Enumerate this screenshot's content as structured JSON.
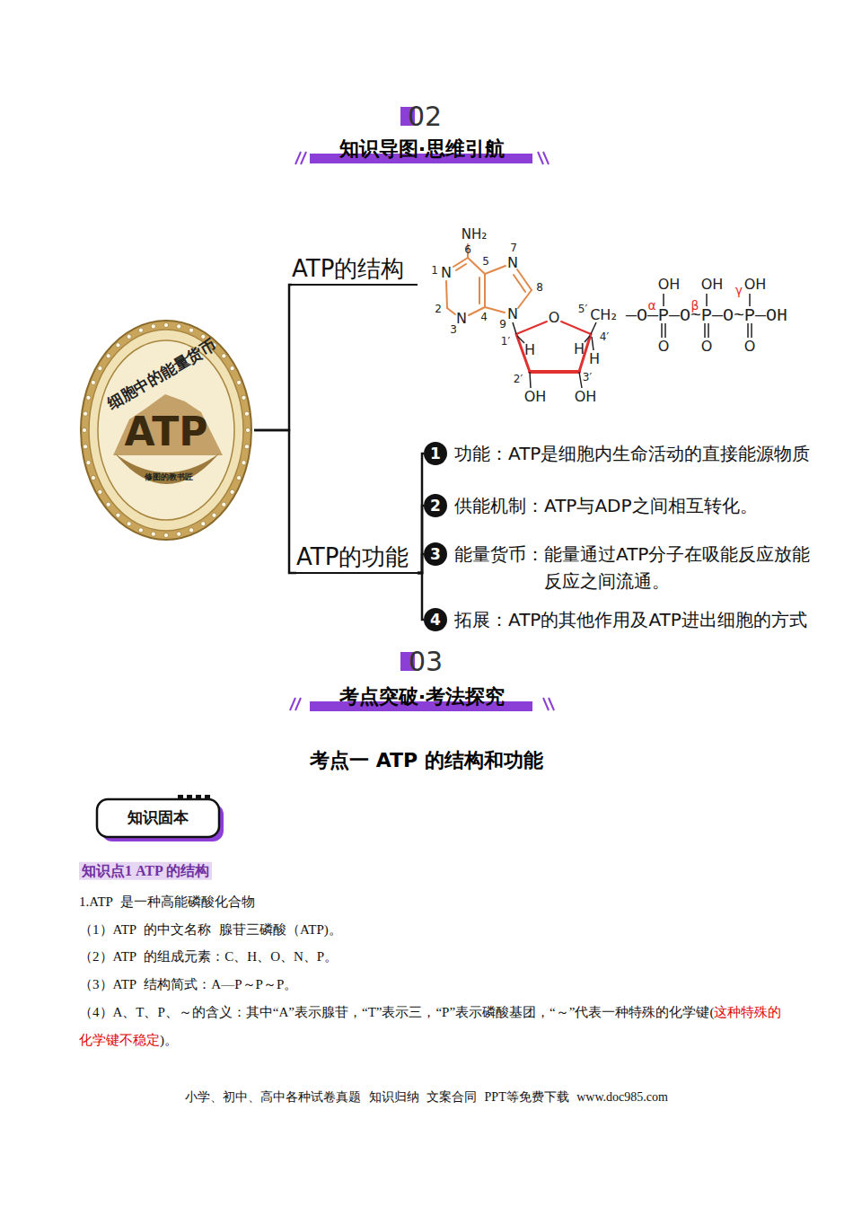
{
  "diagram": {
    "nodes": [
      {
        "text": [
          "细胞中的能量货币",
          "ATP",
          "修图的教书匠"
        ]
      },
      {
        "text": [
          "ATP的结构"
        ]
      },
      {
        "text": [
          "ATP的功能"
        ]
      },
      {
        "text": [
          "1",
          "功能：ATP是细胞内生命活动的直接能源物质"
        ]
      },
      {
        "text": [
          "2",
          "供能机制：ATP与ADP之间相互转化。"
        ]
      },
      {
        "text": [
          "3",
          "能量货币：能量通过ATP分子在吸能反应放能 反应之间流通。"
        ]
      },
      {
        "text": [
          "4",
          "拓展：ATP的其他作用及ATP进出细胞的方式"
        ]
      }
    ],
    "edges": [
      {
        "from": 0,
        "to": 1,
        "arrow": "none"
      },
      {
        "from": 0,
        "to": 2,
        "arrow": "none"
      },
      {
        "from": 2,
        "to": 3,
        "arrow": "none"
      },
      {
        "from": 2,
        "to": 4,
        "arrow": "none"
      },
      {
        "from": 2,
        "to": 5,
        "arrow": "none"
      },
      {
        "from": 2,
        "to": 6,
        "arrow": "none"
      }
    ],
    "labels": [
      "02",
      "知识导图·思维引航",
      "NH₂",
      "6",
      "1",
      "N",
      "5",
      "7",
      "N",
      "8",
      "2",
      "N",
      "3",
      "4",
      "N",
      "9",
      "O",
      "5′",
      "CH₂",
      "1′",
      "H",
      "H",
      "4′",
      "H",
      "2′",
      "OH",
      "3′",
      "OH",
      "—O—P—O~P—O~P—OH",
      "OH",
      "OH",
      "OH",
      "O",
      "O",
      "O",
      "α",
      "β",
      "γ",
      "03",
      "考点突破·考法探究",
      "考点一 ATP 的结构和功能",
      "知识固本",
      "知识点1 ATP 的结构",
      "1.ATP 是一种高能磷酸化合物",
      "（1）ATP 的中文名称 腺苷三磷酸（ATP)。",
      "（2）ATP 的组成元素：C、H、O、N、P。",
      "（3）ATP 结构简式：A—P～P～P。",
      "（4）A、T、P、～的含义：其中“A”表示腺苷，“T”表示三，“P”表示磷酸基团，“～”代表一种特殊的化学键(",
      "这种特殊的化学键不稳定",
      ")。",
      "小学、初中、高中各种试卷真题 知识归纳 文案合同 PPT等免费下载 www.doc985.com"
    ]
  }
}
